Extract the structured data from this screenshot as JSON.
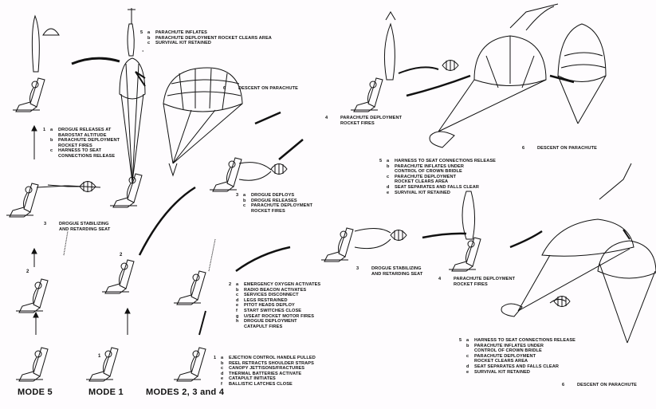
{
  "modes": {
    "mode5": "MODE 5",
    "mode1": "MODE 1",
    "modes234": "MODES 2, 3 and 4"
  },
  "blocks": [
    {
      "id": "mode5-step1",
      "num": "1",
      "items": [
        [
          "a",
          "DROGUE RELEASES AT"
        ],
        [
          "",
          "BAROSTAT ALTITUDE"
        ],
        [
          "b",
          "PARACHUTE DEPLOYMENT"
        ],
        [
          "",
          "ROCKET FIRES"
        ],
        [
          "c",
          "HARNESS TO SEAT"
        ],
        [
          "",
          "CONNECTIONS RELEASE"
        ]
      ]
    },
    {
      "id": "mode5-step3",
      "num": "3",
      "items": [
        [
          "",
          "DROGUE STABILIZING"
        ],
        [
          "",
          "AND RETARDING SEAT"
        ]
      ]
    },
    {
      "id": "top-step5",
      "num": "5",
      "items": [
        [
          "a",
          "PARACHUTE INFLATES"
        ],
        [
          "b",
          "PARACHUTE DEPLOYMENT ROCKET CLEARS AREA"
        ],
        [
          "c",
          "SURVIVAL KIT RETAINED"
        ]
      ]
    },
    {
      "id": "top-step6",
      "num": "6",
      "items": [
        [
          "",
          "DESCENT ON PARACHUTE"
        ]
      ]
    },
    {
      "id": "mid-step3",
      "num": "3",
      "items": [
        [
          "a",
          "DROGUE DEPLOYS"
        ],
        [
          "b",
          "DROGUE RELEASES"
        ],
        [
          "c",
          "PARACHUTE DEPLOYMENT"
        ],
        [
          "",
          "ROCKET FIRES"
        ]
      ]
    },
    {
      "id": "mid-step2",
      "num": "2",
      "items": [
        [
          "a",
          "EMERGENCY OXYGEN ACTIVATES"
        ],
        [
          "b",
          "RADIO BEACON ACTIVATES"
        ],
        [
          "c",
          "SERVICES DISCONNECT"
        ],
        [
          "d",
          "LEGS RESTRAINED"
        ],
        [
          "e",
          "PITOT HEADS DEPLOY"
        ],
        [
          "f",
          "START SWITCHES CLOSE"
        ],
        [
          "g",
          "U/SEAT ROCKET MOTOR FIRES"
        ],
        [
          "h",
          "DROGUE DEPLOYMENT"
        ],
        [
          "",
          "CATAPULT FIRES"
        ]
      ]
    },
    {
      "id": "bottom-step1",
      "num": "1",
      "items": [
        [
          "a",
          "EJECTION CONTROL HANDLE PULLED"
        ],
        [
          "b",
          "REEL RETRACTS SHOULDER STRAPS"
        ],
        [
          "c",
          "CANOPY JETTISONS/FRACTURES"
        ],
        [
          "d",
          "THERMAL BATTERIES ACTIVATE"
        ],
        [
          "e",
          "CATAPULT INITIATES"
        ],
        [
          "f",
          "BALLISTIC LATCHES CLOSE"
        ]
      ]
    },
    {
      "id": "right-top-step4",
      "num": "4",
      "items": [
        [
          "",
          "PARACHUTE DEPLOYMENT"
        ],
        [
          "",
          "ROCKET FIRES"
        ]
      ]
    },
    {
      "id": "right-top-step5",
      "num": "5",
      "items": [
        [
          "a",
          "HARNESS TO SEAT CONNECTIONS RELEASE"
        ],
        [
          "b",
          "PARACHUTE INFLATES UNDER"
        ],
        [
          "",
          "CONTROL OF CROWN BRIDLE"
        ],
        [
          "c",
          "PARACHUTE DEPLOYMENT"
        ],
        [
          "",
          "ROCKET CLEARS AREA"
        ],
        [
          "d",
          "SEAT SEPARATES AND FALLS CLEAR"
        ],
        [
          "e",
          "SURVIVAL KIT RETAINED"
        ]
      ]
    },
    {
      "id": "right-top-step6",
      "num": "6",
      "items": [
        [
          "",
          "DESCENT ON PARACHUTE"
        ]
      ]
    },
    {
      "id": "right-bottom-step3",
      "num": "3",
      "items": [
        [
          "",
          "DROGUE STABILIZING"
        ],
        [
          "",
          "AND RETARDING SEAT"
        ]
      ]
    },
    {
      "id": "right-bottom-step4",
      "num": "4",
      "items": [
        [
          "",
          "PARACHUTE DEPLOYMENT"
        ],
        [
          "",
          "ROCKET FIRES"
        ]
      ]
    },
    {
      "id": "right-bottom-step5",
      "num": "5",
      "items": [
        [
          "a",
          "HARNESS TO SEAT CONNECTIONS RELEASE"
        ],
        [
          "b",
          "PARACHUTE INFLATES UNDER"
        ],
        [
          "",
          "CONTROL OF CROWN BRIDLE"
        ],
        [
          "c",
          "PARACHUTE DEPLOYMENT"
        ],
        [
          "",
          "ROCKET CLEARS AREA"
        ],
        [
          "d",
          "SEAT SEPARATES AND FALLS CLEAR"
        ],
        [
          "e",
          "SURVIVAL KIT RETAINED"
        ]
      ]
    },
    {
      "id": "right-bottom-step6",
      "num": "6",
      "items": [
        [
          "",
          "DESCENT ON PARACHUTE"
        ]
      ]
    }
  ],
  "step_numbers": {
    "m5_2": "2",
    "m1_1": "1",
    "m1_2": "2"
  },
  "colors": {
    "ink": "#111111",
    "paper": "#fefcfe"
  }
}
